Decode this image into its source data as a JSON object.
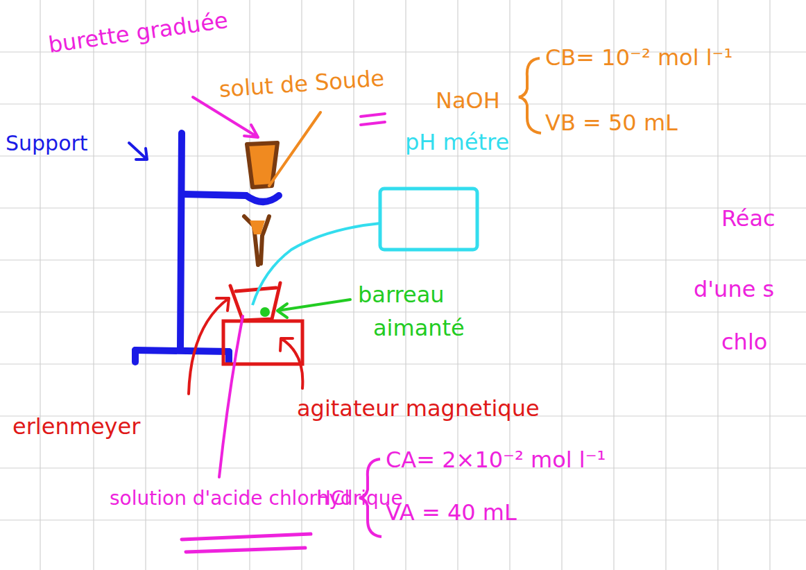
{
  "diagram": {
    "labels": [
      "burette graduée",
      "solut de Soude",
      "NaOH",
      "CB= 10⁻² mol l⁻¹",
      "VB = 50 mL",
      "Support",
      "pH métre",
      "barreau",
      "aimanté",
      "erlenmeyer",
      "agitateur magnetique",
      "solution d'acide chlorhydrique",
      "HCl",
      "CA= 2×10⁻² mol l⁻¹",
      "VA = 40 mL",
      "Réac",
      "d'une s",
      "chlo"
    ]
  }
}
